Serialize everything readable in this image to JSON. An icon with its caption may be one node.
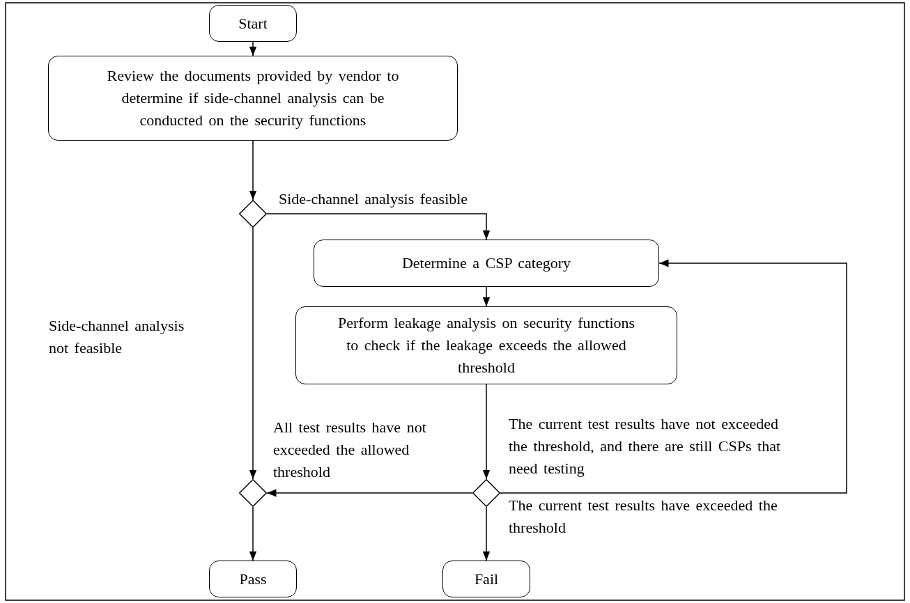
{
  "diagram": {
    "nodes": [
      {
        "text": [
          "Start"
        ]
      },
      {
        "text": [
          "Review the documents provided by vendor to determine if side-channel analysis can be conducted on the security functions"
        ]
      },
      {
        "text": [],
        "shape": "diamond"
      },
      {
        "text": [
          "Determine a CSP category"
        ]
      },
      {
        "text": [
          "Perform leakage analysis on security functions to check if the leakage exceeds the allowed threshold"
        ]
      },
      {
        "text": [],
        "shape": "diamond"
      },
      {
        "text": [],
        "shape": "diamond"
      },
      {
        "text": [
          "Pass"
        ]
      },
      {
        "text": [
          "Fail"
        ]
      }
    ],
    "edges": [
      {
        "from": 0,
        "to": 1,
        "arrow": "to"
      },
      {
        "from": 1,
        "to": 2,
        "arrow": "to"
      },
      {
        "from": 2,
        "to": 3,
        "arrow": "to",
        "label": "Side-channel analysis feasible"
      },
      {
        "from": 2,
        "to": 6,
        "arrow": "to",
        "label": "Side-channel analysis not feasible"
      },
      {
        "from": 3,
        "to": 4,
        "arrow": "to"
      },
      {
        "from": 4,
        "to": 5,
        "arrow": "to"
      },
      {
        "from": 5,
        "to": 6,
        "arrow": "to",
        "label": "All test results have not exceeded the allowed threshold"
      },
      {
        "from": 5,
        "to": 3,
        "arrow": "to",
        "label": "The current test results have not exceeded the threshold, and there are still CSPs that need testing"
      },
      {
        "from": 6,
        "to": 7,
        "arrow": "to"
      },
      {
        "from": 5,
        "to": 8,
        "arrow": "to",
        "label": "The current test results have exceeded the threshold"
      }
    ]
  }
}
